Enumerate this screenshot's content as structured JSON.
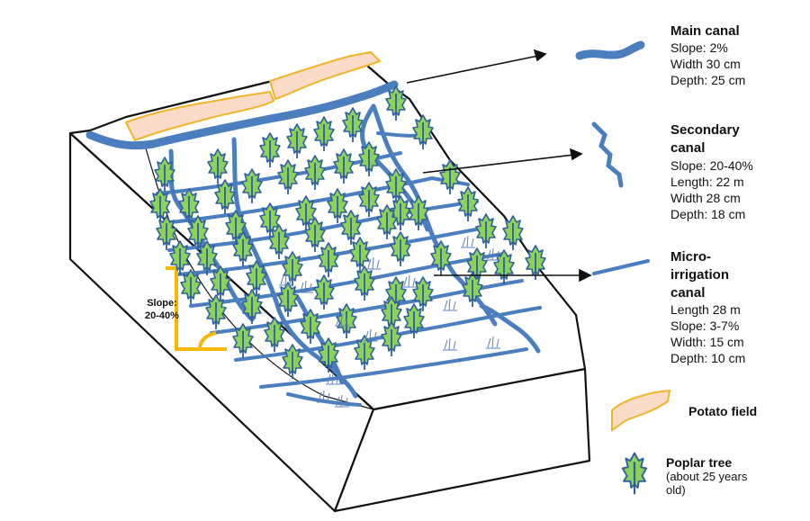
{
  "legend": {
    "main_canal": {
      "title": "Main canal",
      "lines": [
        "Slope: 2%",
        "Width 30 cm",
        "Depth: 25 cm"
      ]
    },
    "secondary_canal": {
      "title_lines": [
        "Secondary",
        "canal"
      ],
      "lines": [
        "Slope: 20-40%",
        "Length: 22 m",
        "Width 28 cm",
        "Depth: 18 cm"
      ]
    },
    "micro_canal": {
      "title_lines": [
        "Micro-",
        "irrigation",
        "canal"
      ],
      "lines": [
        "Length 28 m",
        "Slope: 3-7%",
        "Width:  15 cm",
        "Depth: 10 cm"
      ]
    },
    "potato_field": {
      "label": "Potato field"
    },
    "poplar_tree": {
      "title": "Poplar tree",
      "lines": [
        "(about 25 years",
        "old)"
      ]
    }
  },
  "slope_annotation": {
    "lines": [
      "Slope:",
      "20-40%"
    ]
  },
  "colors": {
    "canal": "#4a7ebf",
    "tree_fill": "#8cd25a",
    "tree_stroke": "#2f5f9e",
    "potato_fill": "#fadbc8",
    "potato_stroke": "#f0b429",
    "slope_marker": "#f5b800",
    "outline": "#111111"
  },
  "icons": [
    "main-canal-icon",
    "secondary-canal-icon",
    "micro-canal-icon",
    "potato-field-icon",
    "poplar-tree-icon"
  ]
}
